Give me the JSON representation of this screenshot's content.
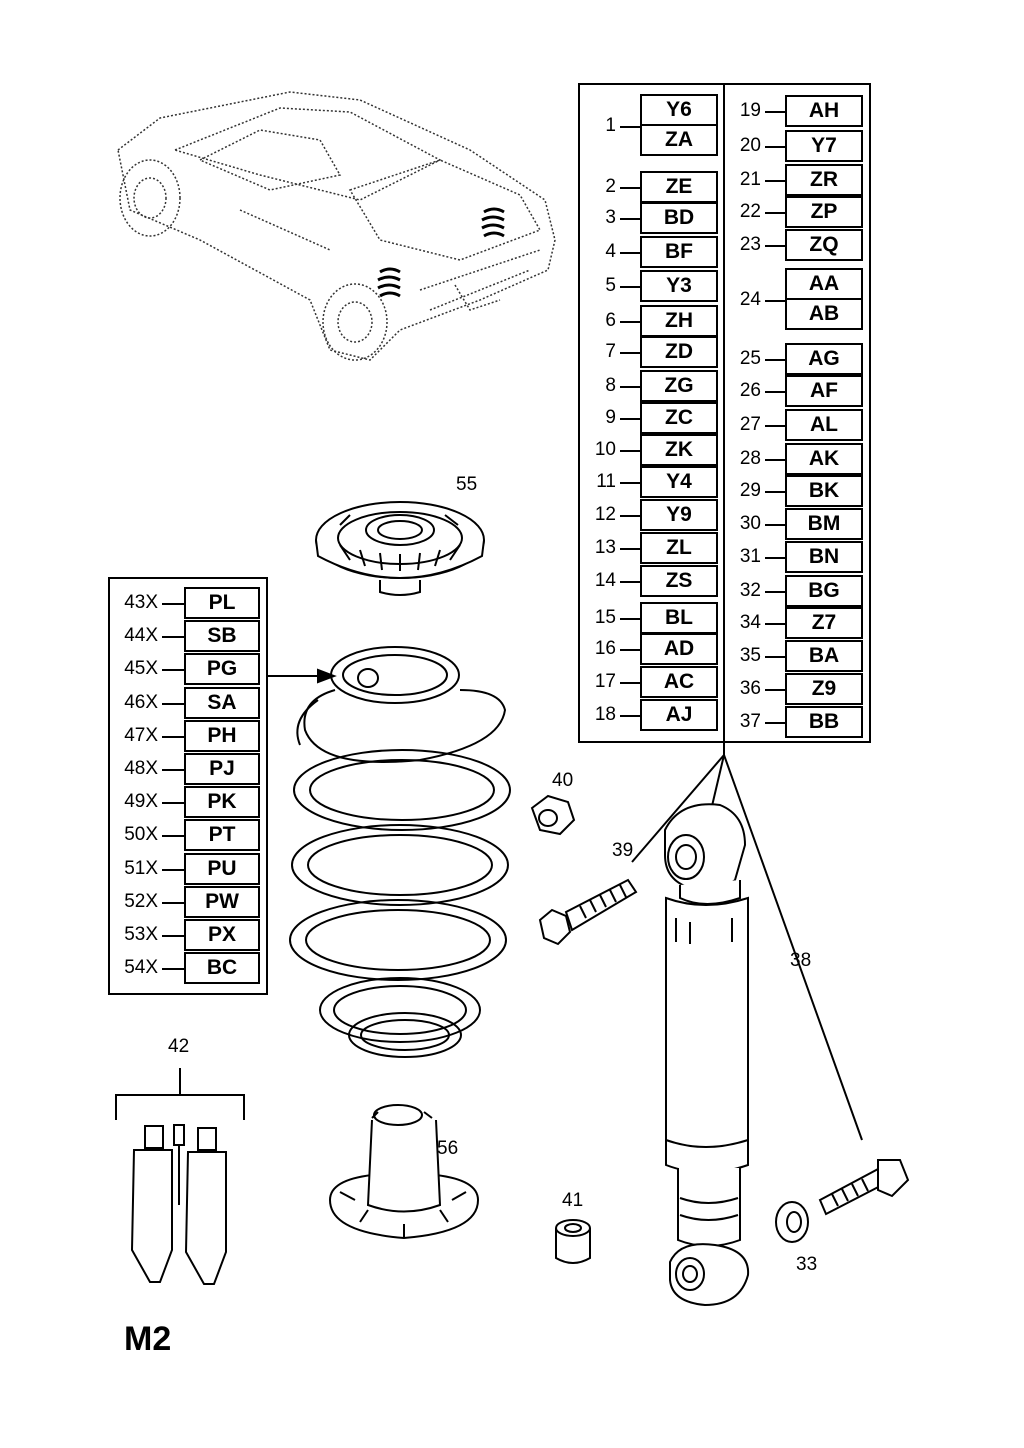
{
  "page_code": "M2",
  "callouts": {
    "c55": "55",
    "c40": "40",
    "c39": "39",
    "c38": "38",
    "c42": "42",
    "c56": "56",
    "c41": "41",
    "c33": "33"
  },
  "table_spring": [
    {
      "num": "43X",
      "code": "PL"
    },
    {
      "num": "44X",
      "code": "SB"
    },
    {
      "num": "45X",
      "code": "PG"
    },
    {
      "num": "46X",
      "code": "SA"
    },
    {
      "num": "47X",
      "code": "PH"
    },
    {
      "num": "48X",
      "code": "PJ"
    },
    {
      "num": "49X",
      "code": "PK"
    },
    {
      "num": "50X",
      "code": "PT"
    },
    {
      "num": "51X",
      "code": "PU"
    },
    {
      "num": "52X",
      "code": "PW"
    },
    {
      "num": "53X",
      "code": "PX"
    },
    {
      "num": "54X",
      "code": "BC"
    }
  ],
  "table_left": [
    {
      "num": "1",
      "codes": [
        "Y6",
        "ZA"
      ]
    },
    {
      "num": "2",
      "code": "ZE"
    },
    {
      "num": "3",
      "code": "BD"
    },
    {
      "num": "4",
      "code": "BF"
    },
    {
      "num": "5",
      "code": "Y3"
    },
    {
      "num": "6",
      "code": "ZH"
    },
    {
      "num": "7",
      "code": "ZD"
    },
    {
      "num": "8",
      "code": "ZG"
    },
    {
      "num": "9",
      "code": "ZC"
    },
    {
      "num": "10",
      "code": "ZK"
    },
    {
      "num": "11",
      "code": "Y4"
    },
    {
      "num": "12",
      "code": "Y9"
    },
    {
      "num": "13",
      "code": "ZL"
    },
    {
      "num": "14",
      "code": "ZS"
    },
    {
      "num": "15",
      "code": "BL"
    },
    {
      "num": "16",
      "code": "AD"
    },
    {
      "num": "17",
      "code": "AC"
    },
    {
      "num": "18",
      "code": "AJ"
    }
  ],
  "table_right": [
    {
      "num": "19",
      "code": "AH"
    },
    {
      "num": "20",
      "code": "Y7"
    },
    {
      "num": "21",
      "code": "ZR"
    },
    {
      "num": "22",
      "code": "ZP"
    },
    {
      "num": "23",
      "code": "ZQ"
    },
    {
      "num": "24",
      "codes": [
        "AA",
        "AB"
      ]
    },
    {
      "num": "25",
      "code": "AG"
    },
    {
      "num": "26",
      "code": "AF"
    },
    {
      "num": "27",
      "code": "AL"
    },
    {
      "num": "28",
      "code": "AK"
    },
    {
      "num": "29",
      "code": "BK"
    },
    {
      "num": "30",
      "code": "BM"
    },
    {
      "num": "31",
      "code": "BN"
    },
    {
      "num": "32",
      "code": "BG"
    },
    {
      "num": "34",
      "code": "Z7"
    },
    {
      "num": "35",
      "code": "BA"
    },
    {
      "num": "36",
      "code": "Z9"
    },
    {
      "num": "37",
      "code": "BB"
    }
  ]
}
